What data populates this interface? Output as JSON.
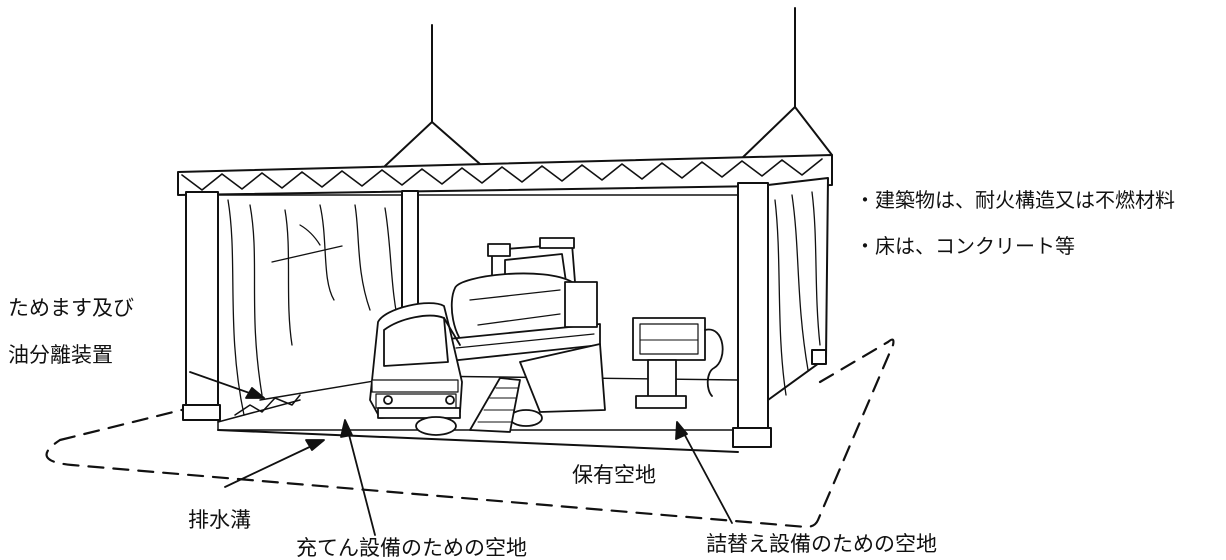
{
  "notes": [
    "・建築物は、耐火構造又は不燃材料",
    "・床は、コンクリート等"
  ],
  "labels": {
    "tank_and_separator_line1": "ためます及び",
    "tank_and_separator_line2": "油分離装置",
    "drain_ditch": "排水溝",
    "filling_space": "充てん設備のための空地",
    "reserved_space": "保有空地",
    "transfer_space": "詰替え設備のための空地"
  }
}
